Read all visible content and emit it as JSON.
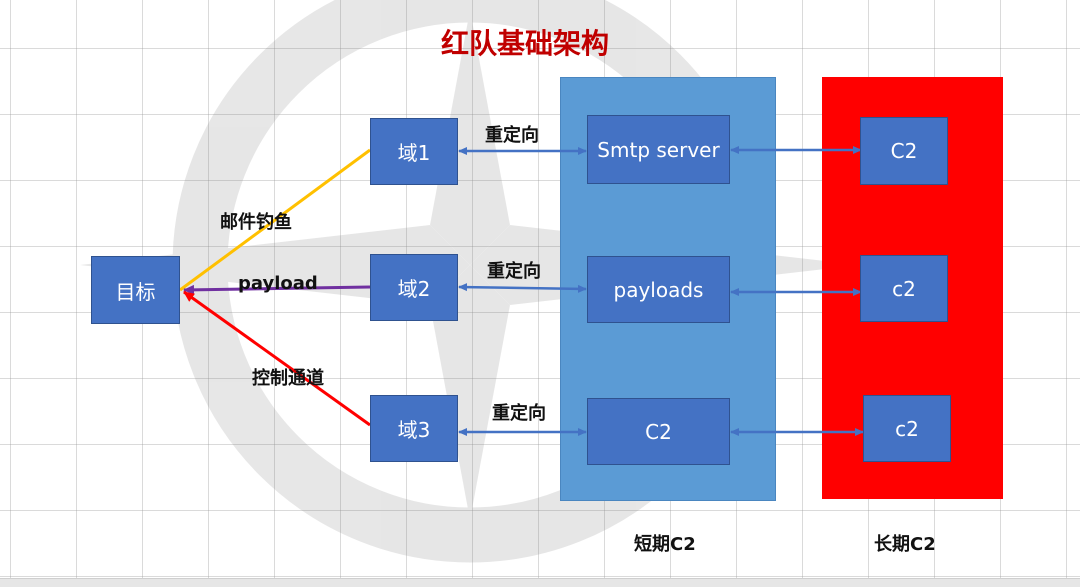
{
  "title": "红队基础架构",
  "nodes": {
    "target": "目标",
    "domain1": "域1",
    "domain2": "域2",
    "domain3": "域3",
    "smtp": "Smtp server",
    "payloads": "payloads",
    "short_c2": "C2",
    "long_c2_1": "C2",
    "long_c2_2": "c2",
    "long_c2_3": "c2"
  },
  "edge_labels": {
    "phishing": "邮件钓鱼",
    "payload": "payload",
    "control": "控制通道",
    "redirect1": "重定向",
    "redirect2": "重定向",
    "redirect3": "重定向"
  },
  "groups": {
    "short_term": "短期C2",
    "long_term": "长期C2"
  },
  "colors": {
    "title": "#c00000",
    "node_fill": "#4472c4",
    "short_region": "#5b9bd5",
    "long_region": "#ff0000",
    "arrow_blue": "#4472c4",
    "phishing_line": "#ffc000",
    "payload_line": "#7030a0",
    "control_line": "#ff0000"
  }
}
